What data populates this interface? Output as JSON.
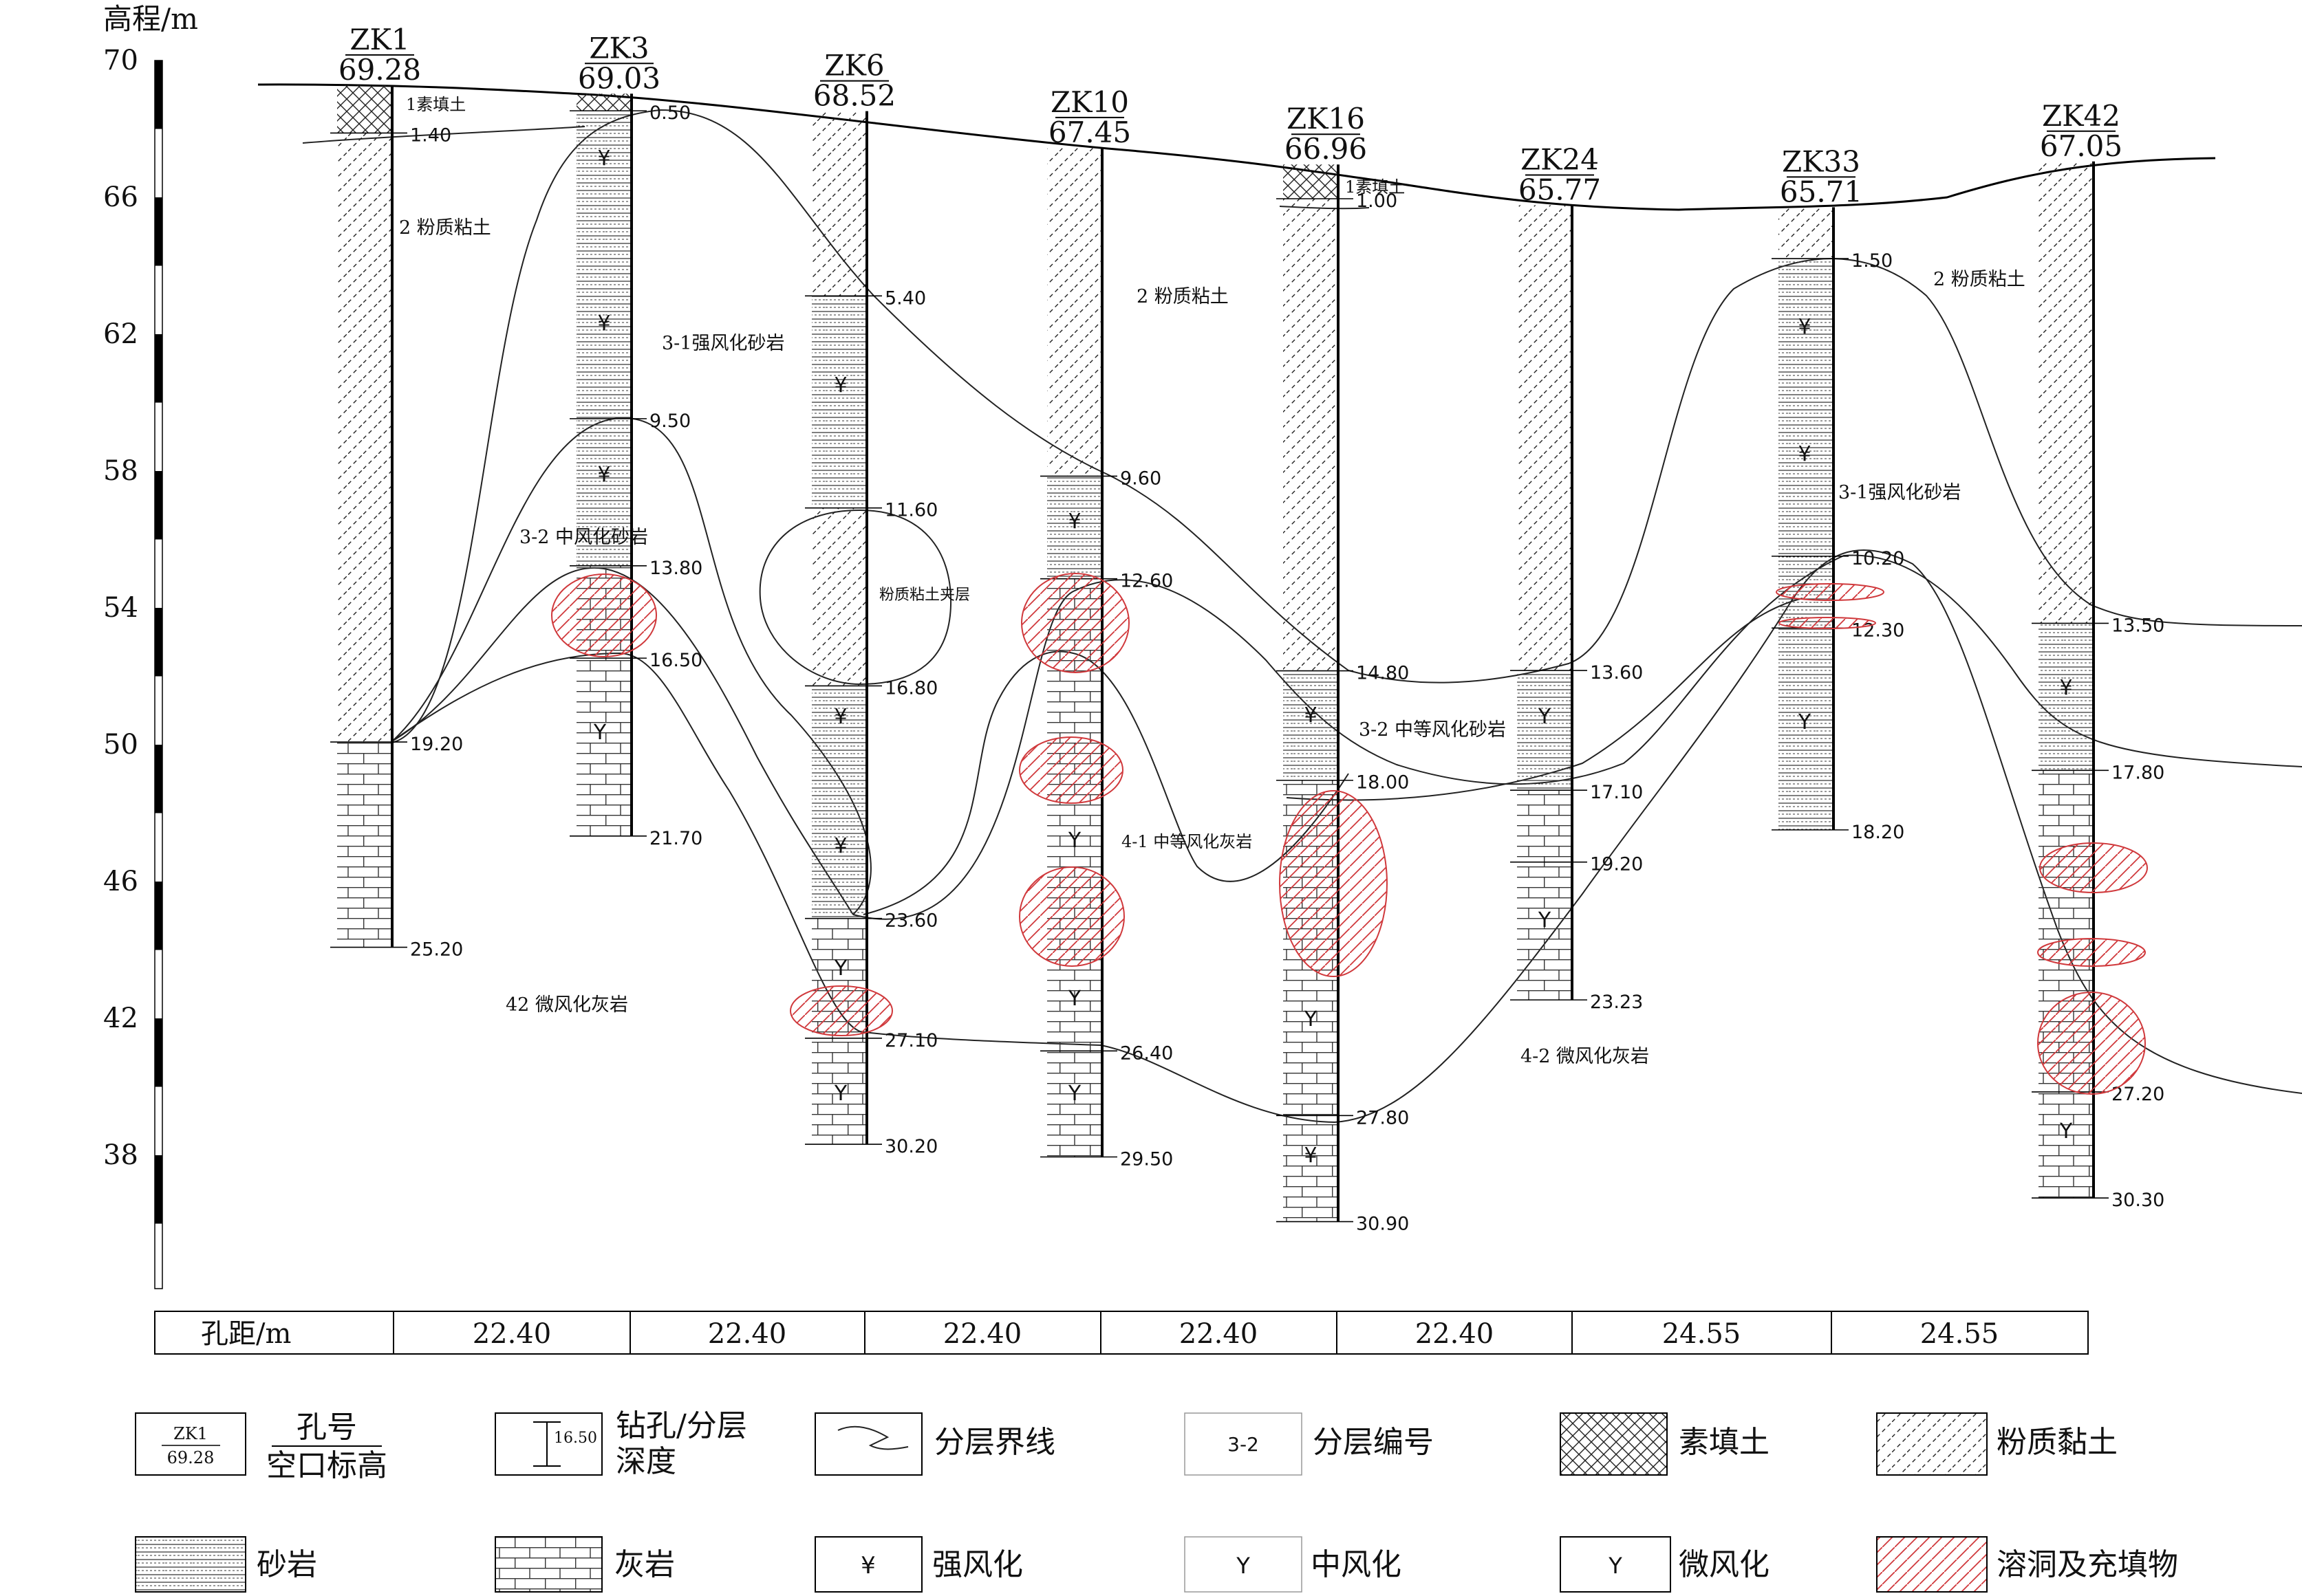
{
  "axis": {
    "title": "高程/m",
    "ticks": [
      "70",
      "66",
      "62",
      "58",
      "54",
      "50",
      "46",
      "42",
      "38"
    ]
  },
  "boreholes": [
    {
      "id": "ZK1",
      "elevation": "69.28",
      "depths": [
        "1.40",
        "19.20",
        "25.20"
      ]
    },
    {
      "id": "ZK3",
      "elevation": "69.03",
      "depths": [
        "0.50",
        "9.50",
        "13.80",
        "16.50",
        "21.70"
      ]
    },
    {
      "id": "ZK6",
      "elevation": "68.52",
      "depths": [
        "5.40",
        "11.60",
        "16.80",
        "23.60",
        "27.10",
        "30.20"
      ]
    },
    {
      "id": "ZK10",
      "elevation": "67.45",
      "depths": [
        "9.60",
        "12.60",
        "26.40",
        "29.50"
      ]
    },
    {
      "id": "ZK16",
      "elevation": "66.96",
      "depths": [
        "1.00",
        "14.80",
        "18.00",
        "27.80",
        "30.90"
      ]
    },
    {
      "id": "ZK24",
      "elevation": "65.77",
      "depths": [
        "13.60",
        "17.10",
        "19.20",
        "23.23"
      ]
    },
    {
      "id": "ZK33",
      "elevation": "65.71",
      "depths": [
        "1.50",
        "10.20",
        "12.30",
        "18.20"
      ]
    },
    {
      "id": "ZK42",
      "elevation": "67.05",
      "depths": [
        "13.50",
        "17.80",
        "27.20",
        "30.30"
      ]
    }
  ],
  "layer_labels": {
    "fill_zk1": "1素填土",
    "fill_zk16": "1素填土",
    "silty_clay_left": "2 粉质粘土",
    "silty_clay_mid": "2 粉质粘土",
    "silty_clay_right": "2 粉质粘土",
    "sandstone_strong_left": "3-1强风化砂岩",
    "sandstone_strong_right": "3-1强风化砂岩",
    "sandstone_mod_left": "3-2 中风化砂岩",
    "sandstone_mod_mid": "3-2 中等风化砂岩",
    "clay_interlayer": "粉质粘土夹层",
    "limestone_mod": "4-1  中等风化灰岩",
    "limestone_slight_left": "42  微风化灰岩",
    "limestone_slight_right": "4-2 微风化灰岩"
  },
  "spacing": {
    "label": "孔距/m",
    "values": [
      "22.40",
      "22.40",
      "22.40",
      "22.40",
      "22.40",
      "24.55",
      "24.55"
    ]
  },
  "legend": {
    "sample_id": "ZK1",
    "sample_elev": "69.28",
    "sample_depth": "16.50",
    "sample_layer": "3-2",
    "items": {
      "hole_no_top": "孔号",
      "hole_no_bottom": "空口标高",
      "drill_depth_top": "钻孔/分层",
      "drill_depth_bottom": "深度",
      "boundary": "分层界线",
      "layer_no": "分层编号",
      "fill": "素填土",
      "silty_clay": "粉质黏土",
      "sandstone": "砂岩",
      "limestone": "灰岩",
      "strong": "强风化",
      "moderate": "中风化",
      "slight": "微风化",
      "karst": "溶洞及充填物"
    },
    "symbols": {
      "strong": "¥",
      "moderate": "Y",
      "slight": "Y"
    }
  },
  "colors": {
    "karst": "#d0393c",
    "ink": "#111111"
  }
}
